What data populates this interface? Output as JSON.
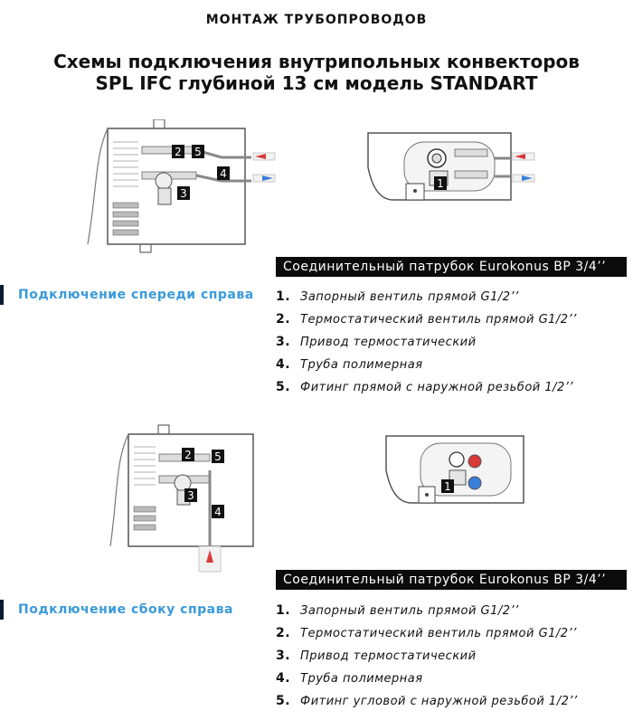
{
  "page": {
    "header": "МОНТАЖ ТРУБОПРОВОДОВ",
    "title_line1": "Схемы подключения внутрипольных конвекторов",
    "title_line2": "SPL IFC глубиной 13 см модель STANDART"
  },
  "sections": [
    {
      "connector": "Соединительный патрубок Eurokonus BP 3/4’’",
      "label": "Подключение спереди справа",
      "items": [
        {
          "num": "1.",
          "text": "Запорный вентиль прямой G1/2’’"
        },
        {
          "num": "2.",
          "text": "Термостатический вентиль прямой G1/2’’"
        },
        {
          "num": "3.",
          "text": "Привод термостатический"
        },
        {
          "num": "4.",
          "text": "Труба полимерная"
        },
        {
          "num": "5.",
          "text": "Фитинг прямой с наружной резьбой 1/2’’"
        }
      ]
    },
    {
      "connector": "Соединительный патрубок Eurokonus BP 3/4’’",
      "label": "Подключение сбоку справа",
      "items": [
        {
          "num": "1.",
          "text": "Запорный вентиль прямой G1/2’’"
        },
        {
          "num": "2.",
          "text": "Термостатический вентиль прямой G1/2’’"
        },
        {
          "num": "3.",
          "text": "Привод термостатический"
        },
        {
          "num": "4.",
          "text": "Труба полимерная"
        },
        {
          "num": "5.",
          "text": "Фитинг угловой с наружной резьбой 1/2’’"
        }
      ]
    }
  ],
  "diagram_markers": [
    "1",
    "2",
    "3",
    "4",
    "5"
  ],
  "colors": {
    "accent": "#3a9ad9",
    "supply": "#d93a3a",
    "return": "#3a7fd9",
    "bar": "#0b0b0b"
  }
}
